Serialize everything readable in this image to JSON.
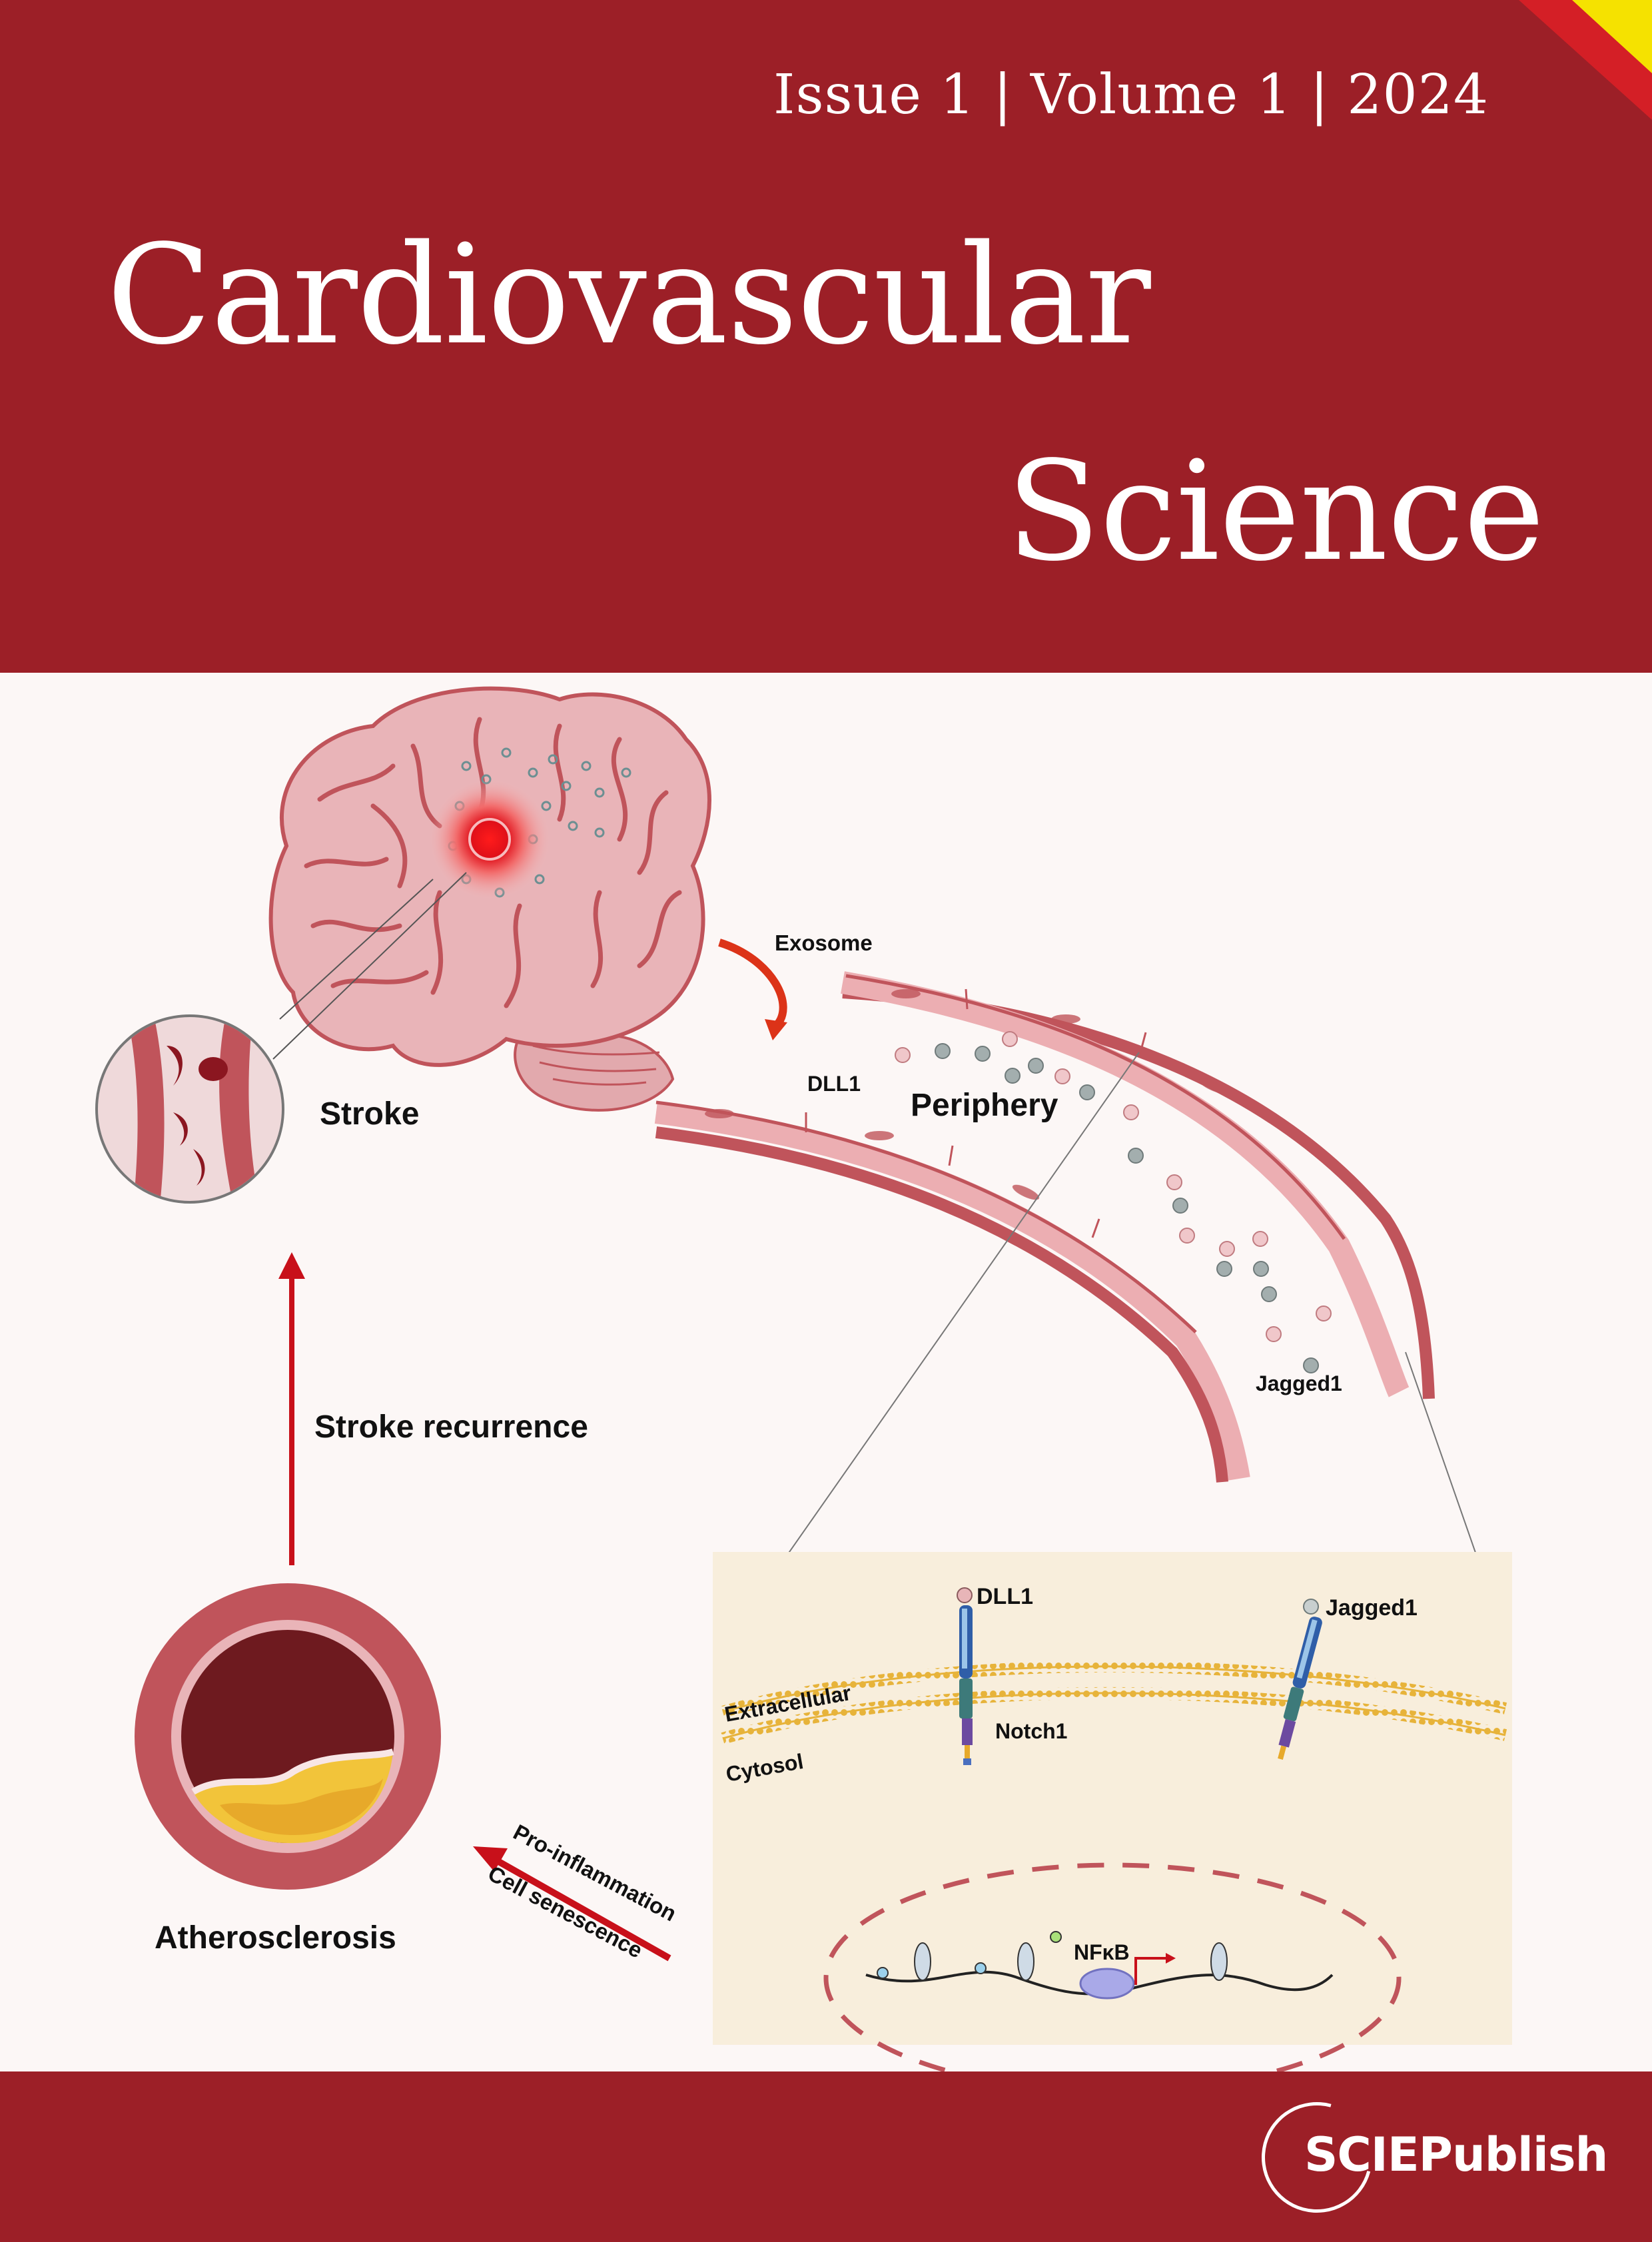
{
  "header": {
    "issue_line": "Issue 1 | Volume 1 | 2024",
    "title_line1": "Cardiovascular",
    "title_line2": "Science",
    "colors": {
      "background": "#9c1f27",
      "corner_red": "#d41f26",
      "corner_yellow": "#f5e200"
    }
  },
  "figure": {
    "labels": {
      "exosome": "Exosome",
      "dll1_top": "DLL1",
      "periphery": "Periphery",
      "stroke": "Stroke",
      "jagged1_top": "Jagged1",
      "stroke_recurrence": "Stroke recurrence",
      "dll1_receptor": "DLL1",
      "jagged1_receptor": "Jagged1",
      "extracellular": "Extracellular",
      "cytosol": "Cytosol",
      "notch1": "Notch1",
      "nfkb": "NFκB",
      "pro_inflammation": "Pro-inflammation",
      "cell_senescence": "Cell senescence",
      "atherosclerosis": "Atherosclerosis"
    },
    "colors": {
      "brain": "#e9b4b8",
      "vessel_dark": "#c0545b",
      "vessel_light": "#ecaeb2",
      "arrow_red": "#c8101a",
      "inset_bg": "#f8eedc",
      "membrane": "#e7b33a"
    }
  },
  "footer": {
    "publisher": "SCIEPublish"
  }
}
